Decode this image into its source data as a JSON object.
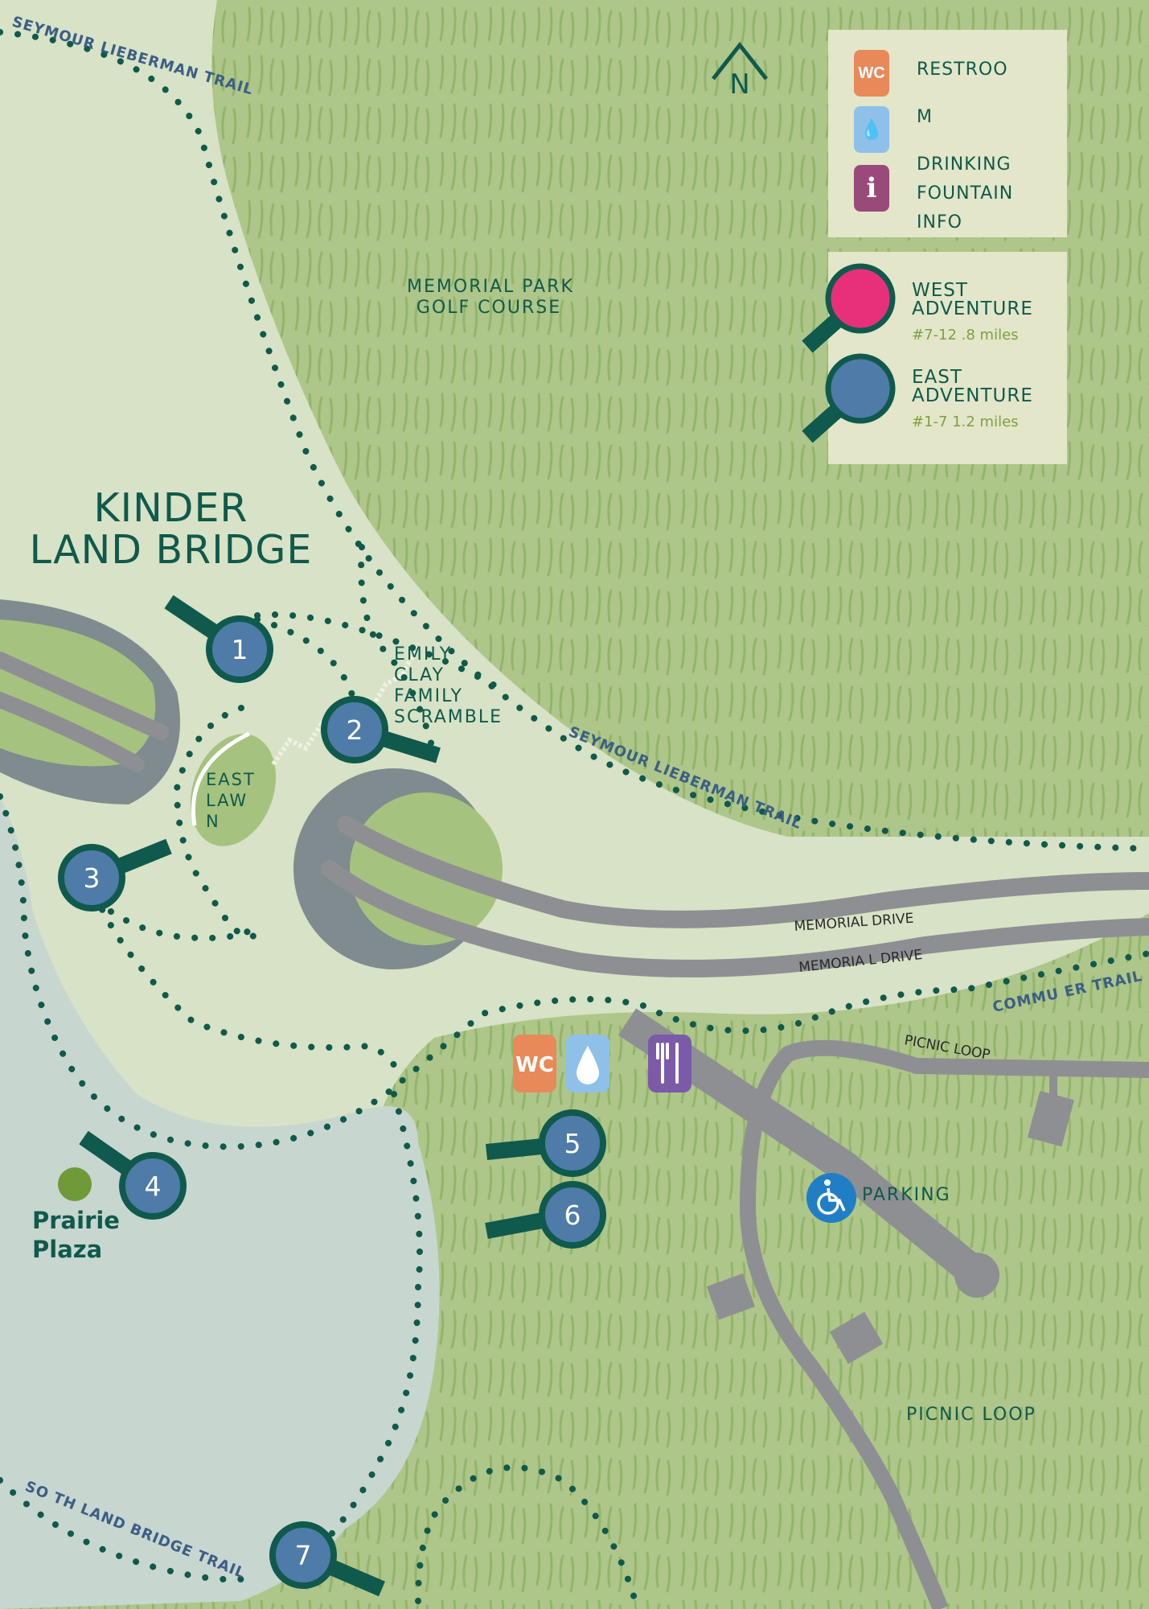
{
  "map": {
    "title": [
      "KINDER",
      "LAND BRIDGE"
    ],
    "north_label": "N",
    "areas": {
      "golf_course": [
        "MEMORIAL PARK",
        "GOLF COURSE"
      ],
      "scramble": [
        "EMILY",
        "CLAY",
        "FAMILY",
        "SCRAMBLE"
      ],
      "east_lawn": [
        "EAST",
        "LAW",
        "N"
      ],
      "prairie_plaza": [
        "Prairie",
        "Plaza"
      ],
      "parking": "PARKING",
      "picnic_loop": "PICNIC LOOP"
    },
    "trails": {
      "seymour_top": "SEYMOUR LIEBERMAN TRAIL",
      "seymour_mid": "SEYMOUR LIEBERMAN TRAIL",
      "commuter": "COMMU ER TRAIL",
      "south": "SO TH LAND BRIDGE TRAIL"
    },
    "roads": {
      "memorial_upper": "MEMORIAL DRIVE",
      "memorial_lower": "MEMORIA L DRIVE",
      "picnic_loop_road": "PICNIC LOOP"
    },
    "stops": [
      "1",
      "2",
      "3",
      "4",
      "5",
      "6",
      "7"
    ]
  },
  "legend": {
    "icons": [
      {
        "glyph": "WC",
        "icon": "restroom-icon",
        "color": "#e8895a"
      },
      {
        "glyph": "💧",
        "icon": "water-drop-icon",
        "color": "#8fc0ea"
      },
      {
        "glyph": "i",
        "icon": "info-icon",
        "color": "#9a4a7a"
      }
    ],
    "labels": [
      "RESTROO",
      "M",
      "DRINKING",
      "FOUNTAIN",
      "INFO"
    ]
  },
  "adventures": [
    {
      "title": [
        "WEST",
        "ADVENTURE"
      ],
      "detail": "#7-12 .8 miles",
      "color": "#e8307a"
    },
    {
      "title": [
        "EAST",
        "ADVENTURE"
      ],
      "detail": "#1-7 1.2 miles",
      "color": "#4f7ba8"
    }
  ],
  "amenity_icons": {
    "restroom": "WC",
    "restroom_color": "#e8895a",
    "water_color": "#8fc0ea",
    "food_color": "#7b5ba8",
    "accessible_color": "#1f7ec6"
  },
  "colors": {
    "grass": "#aec68a",
    "lawn": "#d8e2c6",
    "plaza": "#c8d6d0",
    "road": "#8e8f93",
    "trail_dot": "#0f5a4c",
    "stop_fill": "#4f7ba8",
    "stop_ring": "#0f5a4c"
  }
}
